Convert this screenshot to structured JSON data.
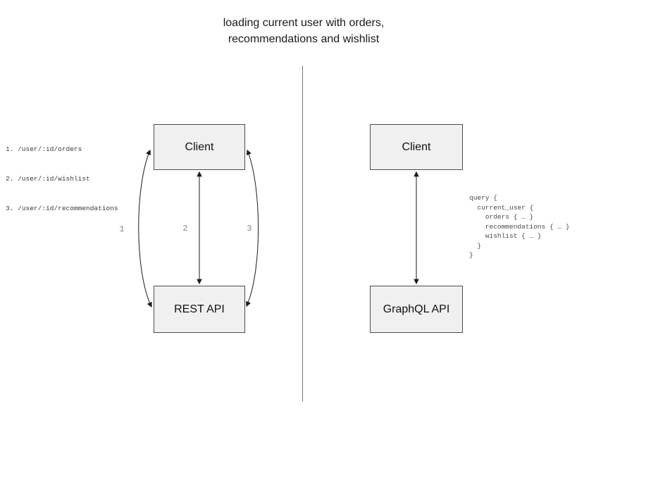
{
  "title": {
    "text": "loading current user with orders,\nrecommendations and wishlist"
  },
  "left_panel": {
    "endpoints": [
      "1. /user/:id/orders",
      "2. /user/:id/wishlist",
      "3. /user/:id/recommendations"
    ],
    "client_label": "Client",
    "api_label": "REST API",
    "arrow_labels": [
      "1",
      "2",
      "3"
    ]
  },
  "right_panel": {
    "client_label": "Client",
    "api_label": "GraphQL API",
    "query_code": "query {\n  current_user {\n    orders { … }\n    recommendations { … }\n    wishlist { … }\n  }\n}"
  },
  "colors": {
    "background": "#ffffff",
    "box_fill": "#f0f0f0",
    "box_border": "#4d4d4d",
    "arrow": "#1a1a1a",
    "divider": "#777777",
    "code_text": "#4a4a4a",
    "number_text": "#888888",
    "title_text": "#1a1a1a"
  }
}
